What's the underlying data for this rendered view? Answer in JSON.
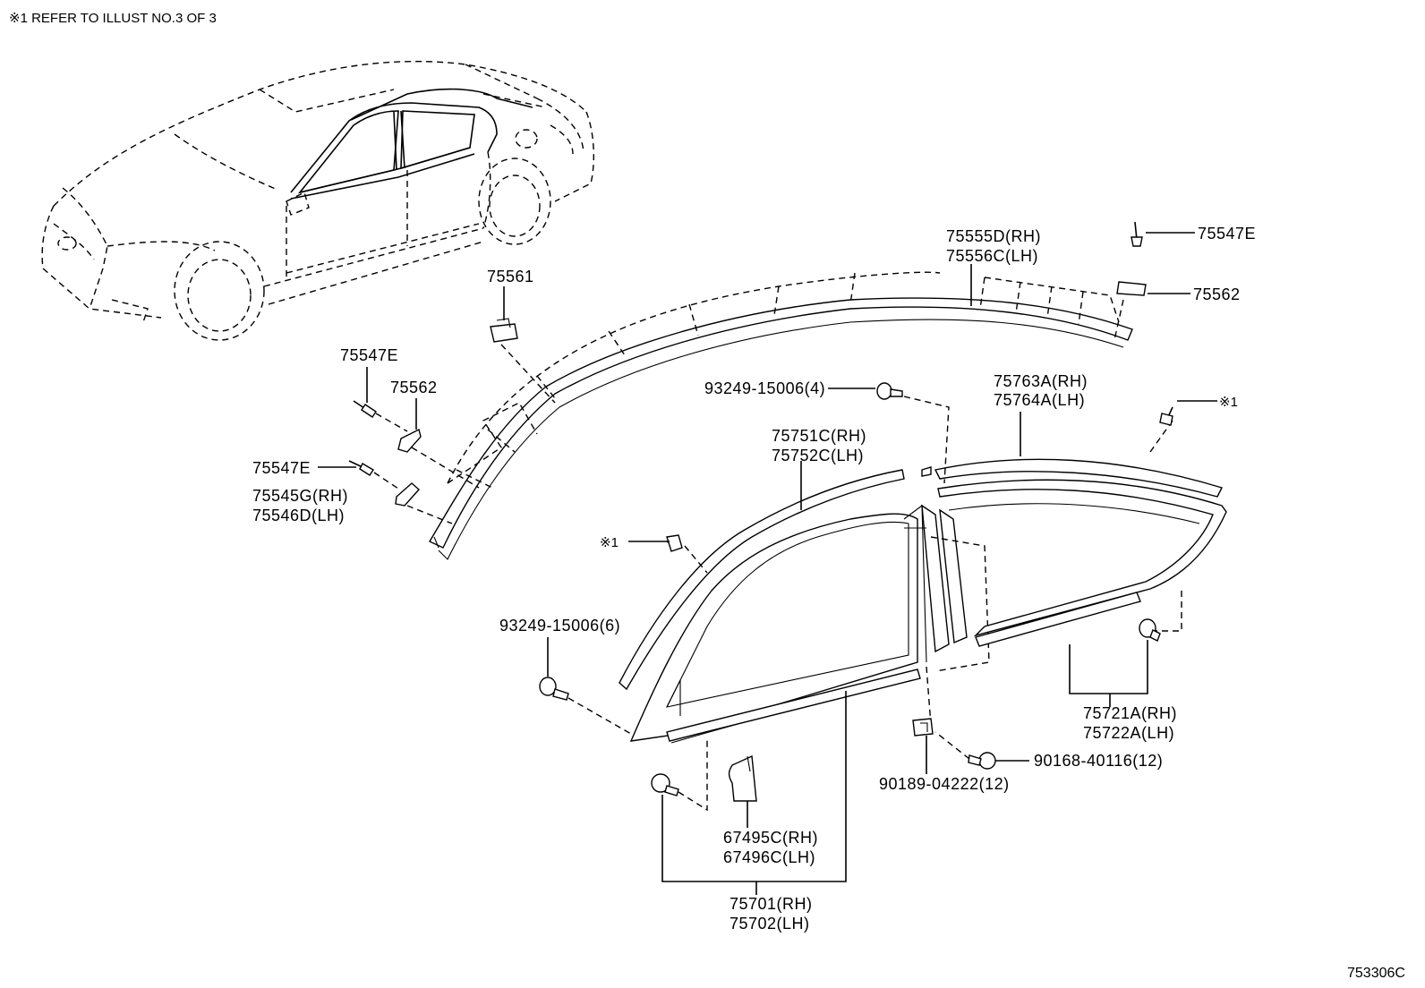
{
  "header_note": "※1 REFER TO ILLUST NO.3 OF 3",
  "illustration_code": "753306C",
  "labels": {
    "p75555D": "75555D(RH)",
    "p75556C": "75556C(LH)",
    "p75547E_top": "75547E",
    "p75562_top": "75562",
    "p75561": "75561",
    "p75547E_a": "75547E",
    "p75562_left": "75562",
    "p75547E_b": "75547E",
    "p75545G": "75545G(RH)",
    "p75546D": "75546D(LH)",
    "p93249_4": "93249-15006(4)",
    "p75763A": "75763A(RH)",
    "p75764A": "75764A(LH)",
    "ref1_right": "※1",
    "p75751C": "75751C(RH)",
    "p75752C": "75752C(LH)",
    "ref1_left": "※1",
    "p93249_6": "93249-15006(6)",
    "p75721A": "75721A(RH)",
    "p75722A": "75722A(LH)",
    "p90168": "90168-40116(12)",
    "p90189": "90189-04222(12)",
    "p67495C": "67495C(RH)",
    "p67496C": "67496C(LH)",
    "p75701": "75701(RH)",
    "p75702": "75702(LH)"
  }
}
